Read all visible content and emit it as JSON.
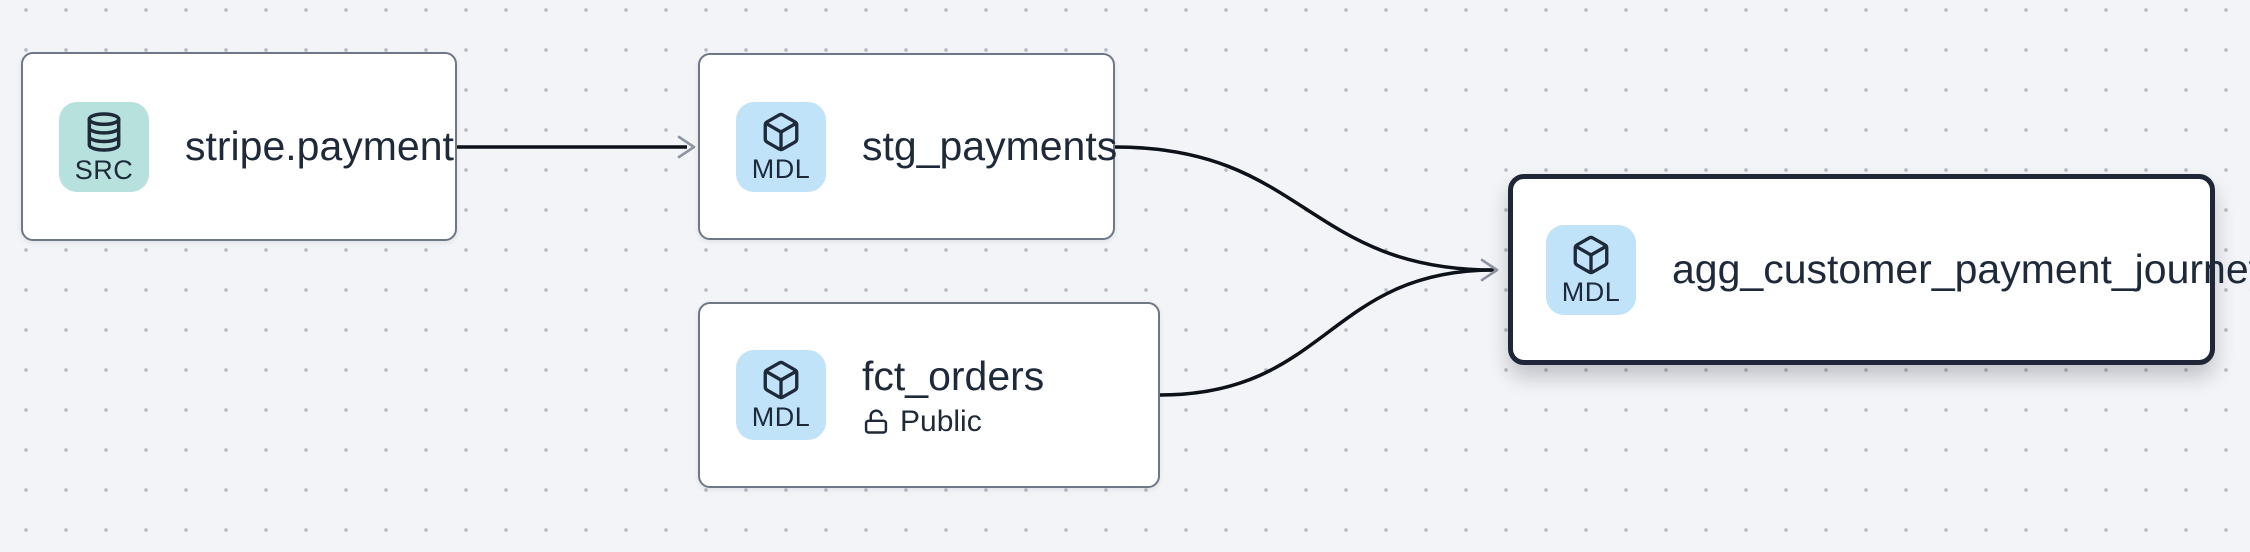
{
  "canvas": {
    "background_color": "#f2f4f7",
    "dot_color": "#b7bbc5"
  },
  "colors": {
    "node_border": "#6e7787",
    "selected_node_border": "#1e2637",
    "text": "#1e2939",
    "edge_line": "#0d1119",
    "edge_arrowhead": "#8e95a2",
    "source_badge_bg": "#b6e1dd",
    "model_badge_bg": "#c0e3f9"
  },
  "nodes": [
    {
      "id": "stripe.payment",
      "title": "stripe.payment",
      "badge": {
        "label": "SRC",
        "icon": "database-icon",
        "bg": "#b6e1dd"
      },
      "selected": false
    },
    {
      "id": "stg_payments",
      "title": "stg_payments",
      "badge": {
        "label": "MDL",
        "icon": "box-icon",
        "bg": "#c0e3f9"
      },
      "selected": false
    },
    {
      "id": "fct_orders",
      "title": "fct_orders",
      "badge": {
        "label": "MDL",
        "icon": "box-icon",
        "bg": "#c0e3f9"
      },
      "access": "Public",
      "access_icon": "lock-open-icon",
      "selected": false
    },
    {
      "id": "agg_customer_payment_journey",
      "title": "agg_customer_payment_journey",
      "badge": {
        "label": "MDL",
        "icon": "box-icon",
        "bg": "#c0e3f9"
      },
      "selected": true
    }
  ],
  "edges": [
    {
      "from": "stripe.payment",
      "to": "stg_payments"
    },
    {
      "from": "stg_payments",
      "to": "agg_customer_payment_journey"
    },
    {
      "from": "fct_orders",
      "to": "agg_customer_payment_journey"
    }
  ]
}
